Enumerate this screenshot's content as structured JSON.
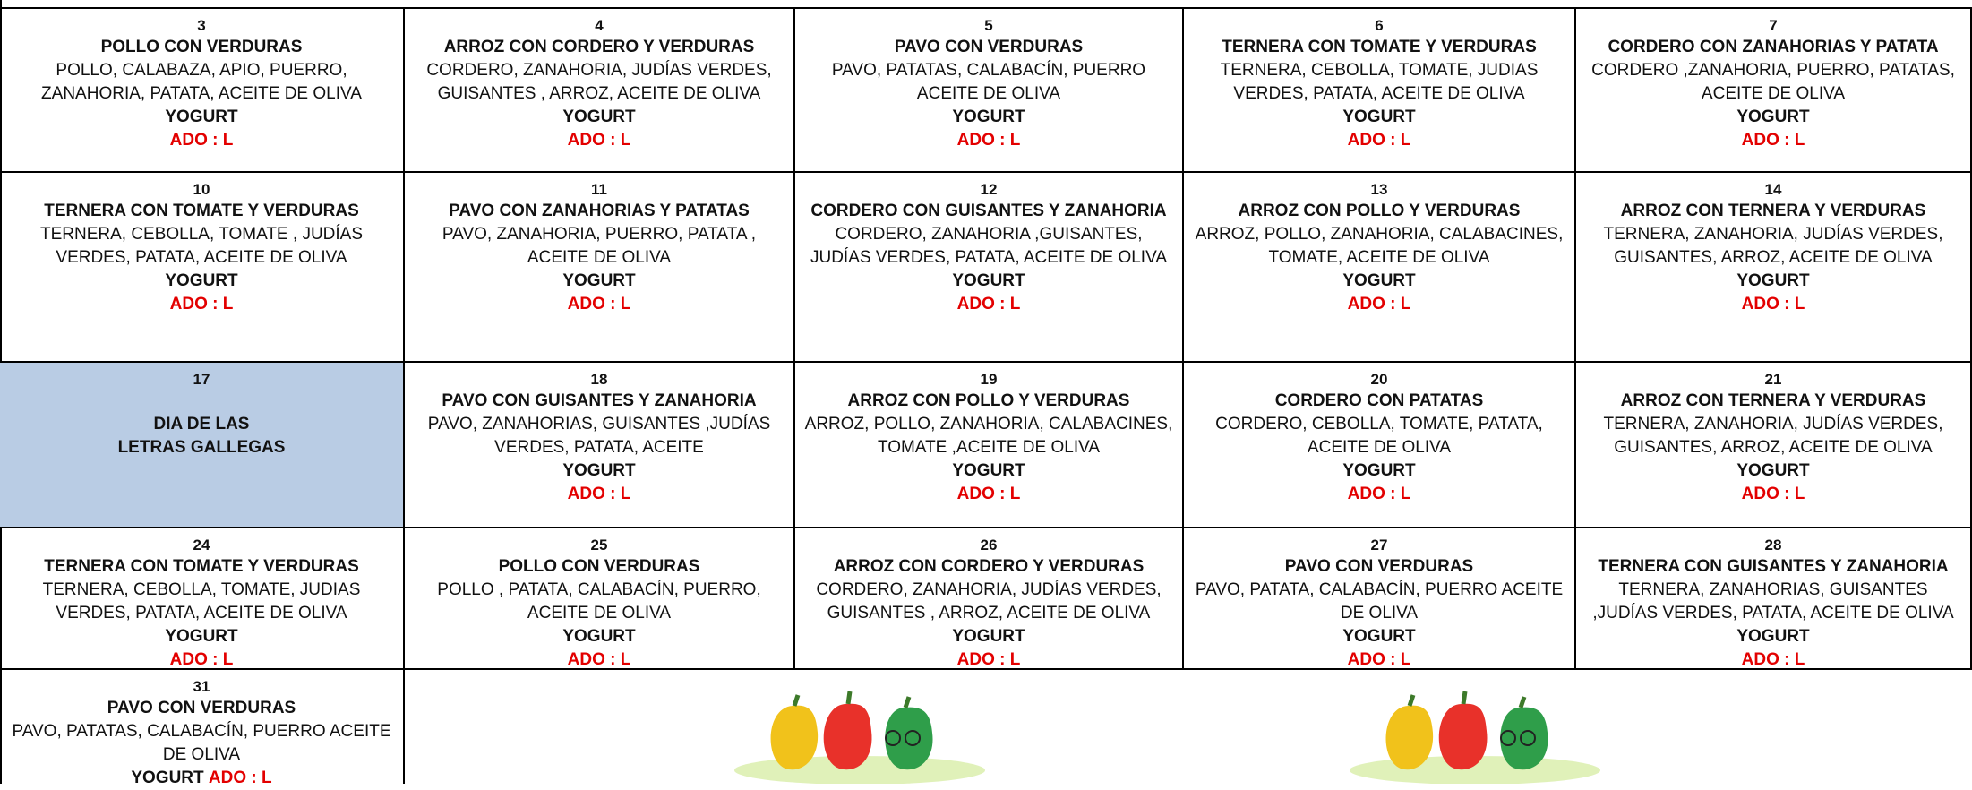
{
  "days": [
    {
      "num": "3",
      "dish": "POLLO CON VERDURAS",
      "ingredients": "POLLO, CALABAZA, APIO, PUERRO, ZANAHORIA, PATATA, ACEITE DE OLIVA",
      "yogurt": "YOGURT",
      "ado": "ADO : L"
    },
    {
      "num": "4",
      "dish": "ARROZ CON CORDERO Y VERDURAS",
      "ingredients": "CORDERO, ZANAHORIA, JUDÍAS VERDES, GUISANTES , ARROZ, ACEITE DE OLIVA",
      "yogurt": "YOGURT",
      "ado": "ADO : L"
    },
    {
      "num": "5",
      "dish": "PAVO CON VERDURAS",
      "ingredients": "PAVO, PATATAS, CALABACÍN, PUERRO ACEITE DE OLIVA",
      "yogurt": "YOGURT",
      "ado": "ADO : L"
    },
    {
      "num": "6",
      "dish": "TERNERA CON TOMATE Y VERDURAS",
      "ingredients": "TERNERA, CEBOLLA, TOMATE, JUDIAS VERDES, PATATA, ACEITE DE OLIVA",
      "yogurt": "YOGURT",
      "ado": "ADO : L"
    },
    {
      "num": "7",
      "dish": "CORDERO CON ZANAHORIAS Y PATATA",
      "ingredients": "CORDERO ,ZANAHORIA, PUERRO, PATATAS, ACEITE DE OLIVA",
      "yogurt": "YOGURT",
      "ado": "ADO : L"
    },
    {
      "num": "10",
      "dish": "TERNERA CON TOMATE Y VERDURAS",
      "ingredients": "TERNERA, CEBOLLA, TOMATE , JUDÍAS VERDES, PATATA, ACEITE DE OLIVA",
      "yogurt": "YOGURT",
      "ado": "ADO : L"
    },
    {
      "num": "11",
      "dish": "PAVO CON ZANAHORIAS Y PATATAS",
      "ingredients": "PAVO, ZANAHORIA, PUERRO, PATATA , ACEITE DE OLIVA",
      "yogurt": "YOGURT",
      "ado": "ADO : L"
    },
    {
      "num": "12",
      "dish": "CORDERO CON GUISANTES Y ZANAHORIA",
      "ingredients": "CORDERO, ZANAHORIA ,GUISANTES, JUDÍAS VERDES, PATATA, ACEITE DE OLIVA",
      "yogurt": "YOGURT",
      "ado": "ADO : L"
    },
    {
      "num": "13",
      "dish": "ARROZ CON POLLO Y VERDURAS",
      "ingredients": "ARROZ, POLLO, ZANAHORIA, CALABACINES, TOMATE, ACEITE DE OLIVA",
      "yogurt": "YOGURT",
      "ado": "ADO : L"
    },
    {
      "num": "14",
      "dish": "ARROZ CON TERNERA Y VERDURAS",
      "ingredients": "TERNERA, ZANAHORIA, JUDÍAS VERDES, GUISANTES, ARROZ, ACEITE DE OLIVA",
      "yogurt": "YOGURT",
      "ado": "ADO : L"
    },
    {
      "num": "17",
      "holiday": "DIA DE LAS\nLETRAS GALLEGAS"
    },
    {
      "num": "18",
      "dish": "PAVO CON GUISANTES Y ZANAHORIA",
      "ingredients": "PAVO, ZANAHORIAS, GUISANTES ,JUDÍAS VERDES, PATATA, ACEITE",
      "yogurt": "YOGURT",
      "ado": "ADO : L"
    },
    {
      "num": "19",
      "dish": "ARROZ CON POLLO Y VERDURAS",
      "ingredients": "ARROZ, POLLO, ZANAHORIA, CALABACINES, TOMATE ,ACEITE DE OLIVA",
      "yogurt": "YOGURT",
      "ado": "ADO : L"
    },
    {
      "num": "20",
      "dish": "CORDERO CON PATATAS",
      "ingredients": "CORDERO, CEBOLLA, TOMATE, PATATA, ACEITE DE OLIVA",
      "yogurt": "YOGURT",
      "ado": "ADO : L"
    },
    {
      "num": "21",
      "dish": "ARROZ CON TERNERA Y VERDURAS",
      "ingredients": "TERNERA, ZANAHORIA, JUDÍAS VERDES, GUISANTES, ARROZ, ACEITE DE OLIVA",
      "yogurt": "YOGURT",
      "ado": "ADO : L"
    },
    {
      "num": "24",
      "dish": "TERNERA CON TOMATE Y VERDURAS",
      "ingredients": "TERNERA, CEBOLLA, TOMATE, JUDIAS VERDES, PATATA, ACEITE DE OLIVA",
      "yogurt": "YOGURT",
      "ado": "ADO : L"
    },
    {
      "num": "25",
      "dish": "POLLO CON VERDURAS",
      "ingredients": "POLLO , PATATA, CALABACÍN, PUERRO, ACEITE DE OLIVA",
      "yogurt": "YOGURT",
      "ado": "ADO : L"
    },
    {
      "num": "26",
      "dish": "ARROZ CON CORDERO Y VERDURAS",
      "ingredients": "CORDERO, ZANAHORIA, JUDÍAS VERDES, GUISANTES , ARROZ, ACEITE DE OLIVA",
      "yogurt": "YOGURT",
      "ado": "ADO : L"
    },
    {
      "num": "27",
      "dish": "PAVO CON VERDURAS",
      "ingredients": "PAVO, PATATA, CALABACÍN, PUERRO ACEITE DE OLIVA",
      "yogurt": "YOGURT",
      "ado": "ADO : L"
    },
    {
      "num": "28",
      "dish": "TERNERA CON GUISANTES Y ZANAHORIA",
      "ingredients": "TERNERA, ZANAHORIAS, GUISANTES ,JUDÍAS VERDES, PATATA, ACEITE DE OLIVA",
      "yogurt": "YOGURT",
      "ado": "ADO : L"
    },
    {
      "num": "31",
      "dish": "PAVO CON VERDURAS",
      "ingredients": "PAVO, PATATAS, CALABACÍN, PUERRO ACEITE DE OLIVA",
      "yogurt": "YOGURT",
      "ado": "ADO : L",
      "inline": true
    }
  ],
  "decorations": {
    "left": "peppers-illustration",
    "right": "peppers-illustration"
  }
}
